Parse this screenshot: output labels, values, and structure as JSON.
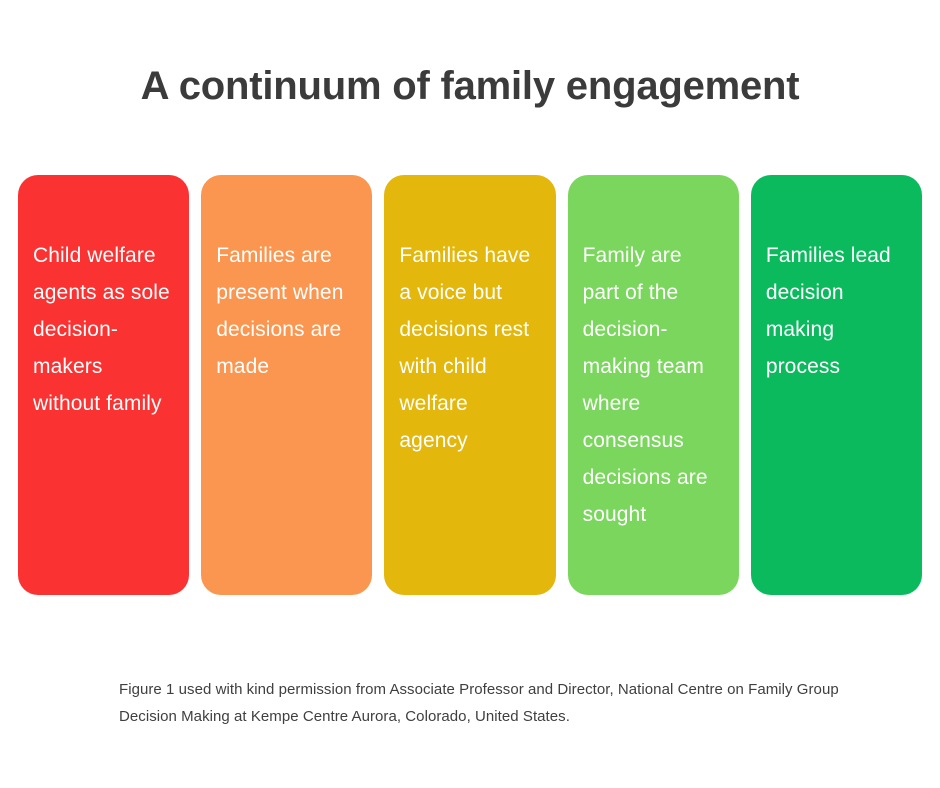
{
  "title": "A continuum of family engagement",
  "colors": {
    "background": "#ffffff",
    "title_text": "#3b3b3b",
    "card_text": "#ffffff",
    "caption_text": "#3f3f3f",
    "stage_1": "#fb3232",
    "stage_2": "#fb9650",
    "stage_3": "#e3b70b",
    "stage_4": "#7ad65d",
    "stage_5": "#0cba5e"
  },
  "continuum": {
    "stages": [
      {
        "label": "Child welfare agents as sole decision-makers without family",
        "color": "#fb3232",
        "name": "stage-child-welfare-agents-sole"
      },
      {
        "label": "Families are present when decisions are made",
        "color": "#fb9650",
        "name": "stage-families-present"
      },
      {
        "label": "Families have a voice but decisions rest with child welfare agency",
        "color": "#e3b70b",
        "name": "stage-families-have-a-voice"
      },
      {
        "label": "Family are part of the decision-making team where consensus decisions are sought",
        "color": "#7ad65d",
        "name": "stage-family-part-of-team"
      },
      {
        "label": "Families lead decision making process",
        "color": "#0cba5e",
        "name": "stage-families-lead"
      }
    ]
  },
  "caption": "Figure 1 used with kind permission from Associate Professor and Director, National Centre on Family Group Decision Making at Kempe Centre Aurora, Colorado, United States."
}
